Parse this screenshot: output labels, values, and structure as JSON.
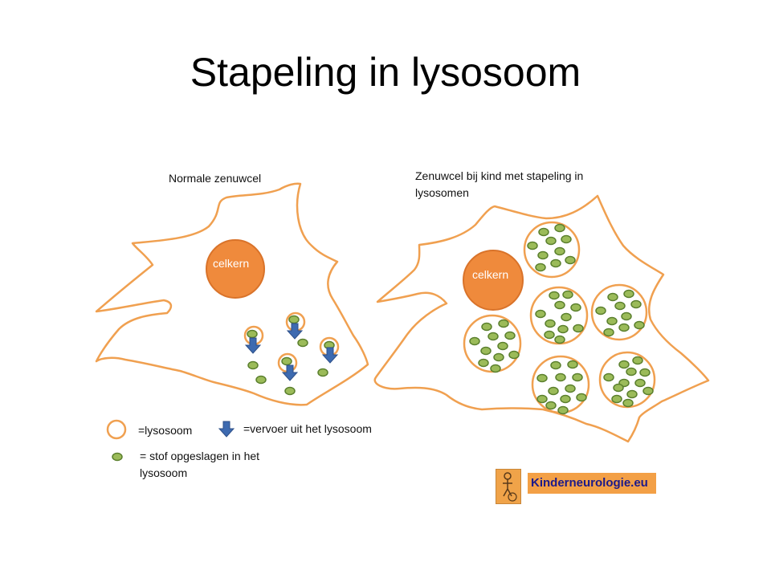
{
  "title": "Stapeling in lysosoom",
  "cells": {
    "normal": {
      "heading": "Normale zenuwcel",
      "nucleus": "celkern"
    },
    "storage": {
      "heading": "Zenuwcel bij kind met stapeling in lysosomen",
      "nucleus": "celkern"
    }
  },
  "legend": {
    "lysosome": "=lysosoom",
    "transport": "=vervoer uit het lysosoom",
    "substance": "= stof opgeslagen in het lysosoom"
  },
  "logo": {
    "text": "Kinderneurologie.eu"
  },
  "colors": {
    "membrane": "#f0a050",
    "nucleus_fill": "#ef8a3c",
    "nucleus_stroke": "#d9732a",
    "particle_fill": "#9bbb59",
    "particle_stroke": "#5a7f2d",
    "arrow": "#3d6ab0"
  }
}
